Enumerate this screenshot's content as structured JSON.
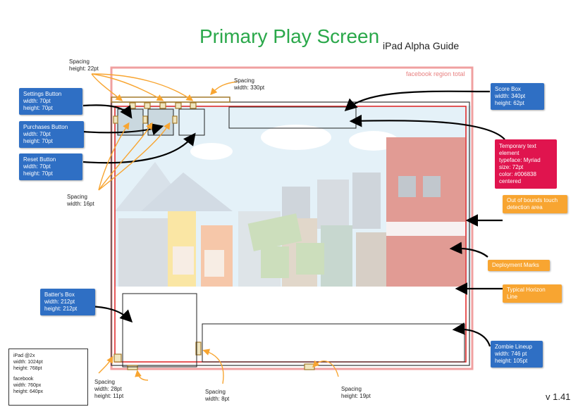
{
  "header": {
    "title": "Primary Play Screen",
    "subtitle": "iPad Alpha Guide"
  },
  "regions": {
    "facebook_label": "facebook region total"
  },
  "callouts": {
    "settings_button": [
      "Settings Button",
      "width: 70pt",
      "height: 70pt"
    ],
    "purchases_button": [
      "Purchases Button",
      "width: 70pt",
      "height: 70pt"
    ],
    "reset_button": [
      "Reset Button",
      "width: 70pt",
      "height: 70pt"
    ],
    "batters_box": [
      "Batter's Box",
      "width: 212pt",
      "height: 212pt"
    ],
    "score_box": [
      "Score Box",
      "width: 340pt",
      "height: 62pt"
    ],
    "temp_text": [
      "Temporary text element",
      "typeface: Myriad",
      "size: 72pt",
      "color: #006838",
      "centered"
    ],
    "out_of_bounds": [
      "Out of bounds touch",
      "detection area"
    ],
    "deployment_marks": "Deployment Marks",
    "horizon_line": "Typical Horizon Line",
    "zombie_lineup": [
      "Zombie Lineup",
      "width: 746 pt",
      "height: 105pt"
    ]
  },
  "spacing": {
    "top_height": [
      "Spacing",
      "height: 22pt"
    ],
    "top_width": [
      "Spacing",
      "width: 330pt"
    ],
    "left_width": [
      "Spacing",
      "width: 16pt"
    ],
    "bottom_left": [
      "Spacing",
      "width: 28pt",
      "height: 11pt"
    ],
    "bottom_mid": [
      "Spacing",
      "width: 8pt"
    ],
    "bottom_right": [
      "Spacing",
      "height: 19pt"
    ]
  },
  "device_info": {
    "ipad": [
      "iPad @2x",
      "width: 1024pt",
      "height: 768pt"
    ],
    "facebook": [
      "facebook",
      "width: 760px",
      "height: 640px"
    ]
  },
  "version": "v 1.41",
  "colors": {
    "title_green": "#2aa84a",
    "callout_blue": "#2f6fc4",
    "temp_red": "#e0144e",
    "note_orange": "#f8a531",
    "arrow_orange": "#f8a531",
    "facebook_region": "#e88080",
    "safe_red": "#e02020"
  }
}
